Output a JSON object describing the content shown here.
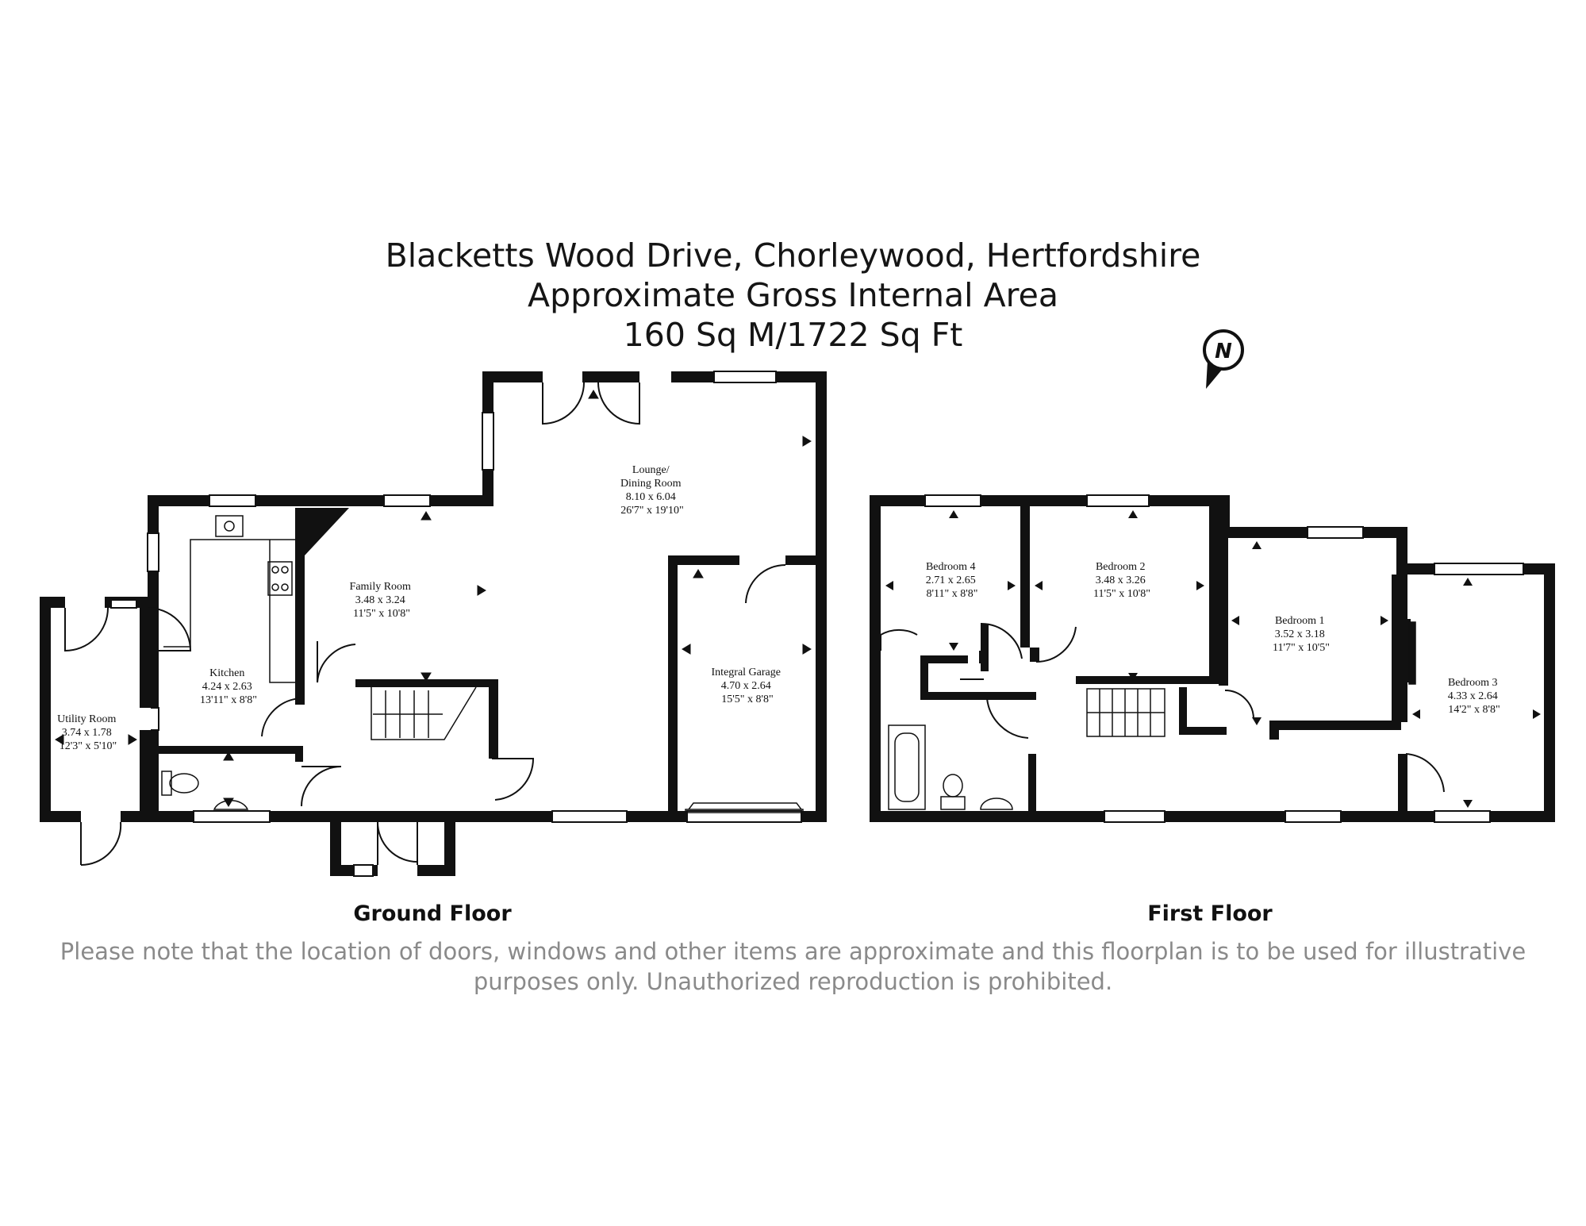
{
  "header": {
    "address": "Blacketts Wood Drive, Chorleywood, Hertfordshire",
    "area_label": "Approximate Gross Internal Area",
    "area_value": "160 Sq M/1722 Sq Ft"
  },
  "compass": {
    "letter": "N",
    "icon": "north-arrow-icon"
  },
  "ground_floor": {
    "label": "Ground Floor",
    "rooms": [
      {
        "id": "utility",
        "lines": [
          "Utility Room",
          "3.74 x 1.78",
          "12'3\" x 5'10\""
        ]
      },
      {
        "id": "kitchen",
        "lines": [
          "Kitchen",
          "4.24 x 2.63",
          "13'11\" x 8'8\""
        ]
      },
      {
        "id": "family",
        "lines": [
          "Family Room",
          "3.48 x 3.24",
          "11'5\" x 10'8\""
        ]
      },
      {
        "id": "lounge",
        "lines": [
          "Lounge/",
          "Dining Room",
          "8.10 x 6.04",
          "26'7\" x 19'10\""
        ]
      },
      {
        "id": "garage",
        "lines": [
          "Integral Garage",
          "4.70 x 2.64",
          "15'5\" x 8'8\""
        ]
      }
    ]
  },
  "first_floor": {
    "label": "First Floor",
    "rooms": [
      {
        "id": "bed4",
        "lines": [
          "Bedroom 4",
          "2.71 x 2.65",
          "8'11\" x 8'8\""
        ]
      },
      {
        "id": "bed2",
        "lines": [
          "Bedroom 2",
          "3.48 x 3.26",
          "11'5\" x 10'8\""
        ]
      },
      {
        "id": "bed1",
        "lines": [
          "Bedroom 1",
          "3.52 x 3.18",
          "11'7\" x 10'5\""
        ]
      },
      {
        "id": "bed3",
        "lines": [
          "Bedroom 3",
          "4.33 x 2.64",
          "14'2\" x 8'8\""
        ]
      }
    ]
  },
  "disclaimer": {
    "line1": "Please note that the location of doors, windows and other items are approximate and this floorplan is to be used for illustrative",
    "line2": "purposes only. Unauthorized reproduction is prohibited."
  },
  "colors": {
    "wall": "#111111",
    "text_muted": "#8a8a8a"
  }
}
